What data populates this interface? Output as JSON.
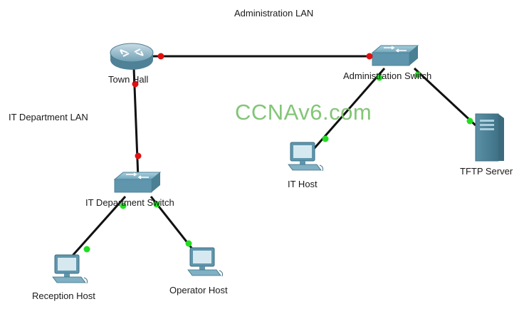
{
  "labels": {
    "admin_lan": "Administration LAN",
    "it_lan": "IT Department LAN"
  },
  "watermark": "CCNAv6.com",
  "devices": {
    "router": {
      "label": "Town Hall",
      "type": "router"
    },
    "admin_switch": {
      "label": "Administration Switch",
      "type": "switch"
    },
    "it_switch": {
      "label": "IT Department Switch",
      "type": "switch"
    },
    "it_host": {
      "label": "IT Host",
      "type": "pc"
    },
    "tftp_server": {
      "label": "TFTP Server",
      "type": "server"
    },
    "reception_host": {
      "label": "Reception Host",
      "type": "pc"
    },
    "operator_host": {
      "label": "Operator Host",
      "type": "pc"
    }
  },
  "links": [
    {
      "from": "router",
      "to": "admin_switch",
      "status": "down"
    },
    {
      "from": "router",
      "to": "it_switch",
      "status": "down"
    },
    {
      "from": "admin_switch",
      "to": "it_host",
      "status": "up"
    },
    {
      "from": "admin_switch",
      "to": "tftp_server",
      "status": "up"
    },
    {
      "from": "it_switch",
      "to": "reception_host",
      "status": "up"
    },
    {
      "from": "it_switch",
      "to": "operator_host",
      "status": "up"
    }
  ],
  "colors": {
    "link_up": "#22dd22",
    "link_down": "#e01010",
    "device_blue": "#5f96ad",
    "watermark": "#7cc36f"
  }
}
